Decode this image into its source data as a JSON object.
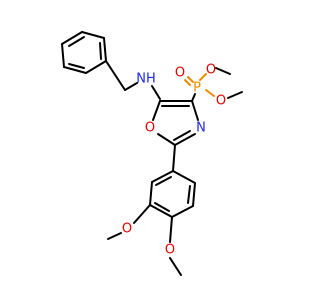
{
  "colors": {
    "carbon_bond": "#000000",
    "oxygen": "#e00000",
    "nitrogen": "#1d28e8",
    "phosphorus": "#f08a00"
  },
  "atoms": {
    "nh_label": "NH",
    "p_label": "P",
    "o_double_label": "O",
    "o_upper_label": "O",
    "o_lower_label": "O",
    "ring_n_label": "N",
    "ring_o_label": "O",
    "meo_left_label": "O",
    "meo_bottom_label": "O"
  }
}
